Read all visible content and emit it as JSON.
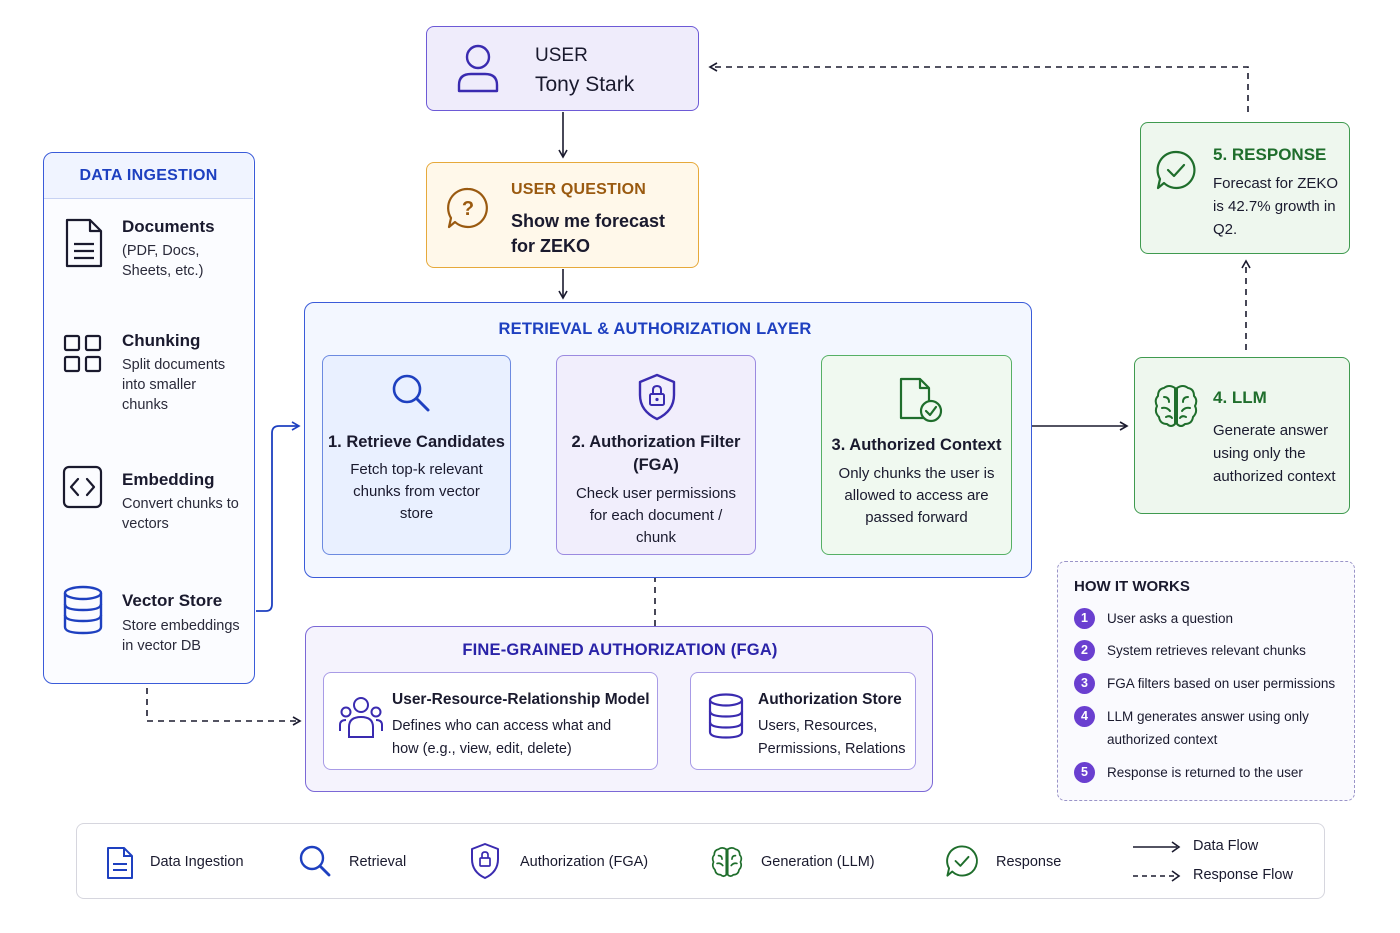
{
  "user": {
    "role": "USER",
    "name": "Tony Stark"
  },
  "question": {
    "title": "USER QUESTION",
    "text": "Show me forecast for ZEKO"
  },
  "response": {
    "title": "5. RESPONSE",
    "text": "Forecast for ZEKO is 42.7% growth in Q2."
  },
  "llm": {
    "title": "4. LLM",
    "text": "Generate answer using only the authorized context"
  },
  "ingestion": {
    "title": "DATA INGESTION",
    "steps": [
      {
        "title": "Documents",
        "desc": "(PDF, Docs, Sheets, etc.)",
        "icon": "document-icon"
      },
      {
        "title": "Chunking",
        "desc": "Split documents into smaller chunks",
        "icon": "grid-icon"
      },
      {
        "title": "Embedding",
        "desc": "Convert chunks to vectors",
        "icon": "code-icon"
      },
      {
        "title": "Vector Store",
        "desc": "Store embeddings in vector DB",
        "icon": "database-icon"
      }
    ]
  },
  "retrieval": {
    "title": "RETRIEVAL & AUTHORIZATION LAYER",
    "cards": [
      {
        "title": "1. Retrieve Candidates",
        "desc": "Fetch top-k relevant chunks from vector store",
        "icon": "search-icon"
      },
      {
        "title": "2. Authorization Filter (FGA)",
        "desc": "Check user permissions for each document / chunk",
        "icon": "shield-lock-icon"
      },
      {
        "title": "3. Authorized Context",
        "desc": "Only chunks the user is allowed to access are passed forward",
        "icon": "file-check-icon"
      }
    ]
  },
  "fga": {
    "title": "FINE-GRAINED AUTHORIZATION (FGA)",
    "model": {
      "title": "User-Resource-Relationship Model",
      "desc": "Defines who can access what and how (e.g., view, edit, delete)"
    },
    "store": {
      "title": "Authorization Store",
      "desc": "Users, Resources, Permissions, Relations"
    }
  },
  "how": {
    "title": "HOW IT WORKS",
    "steps": [
      {
        "num": "1",
        "text": "User asks a question"
      },
      {
        "num": "2",
        "text": "System retrieves relevant chunks"
      },
      {
        "num": "3",
        "text": "FGA filters based on user permissions"
      },
      {
        "num": "4",
        "text": "LLM generates answer using only authorized context"
      },
      {
        "num": "5",
        "text": "Response is returned to the user"
      }
    ]
  },
  "legend": {
    "items": [
      {
        "label": "Data Ingestion",
        "icon": "document-icon"
      },
      {
        "label": "Retrieval",
        "icon": "search-icon"
      },
      {
        "label": "Authorization (FGA)",
        "icon": "shield-lock-icon"
      },
      {
        "label": "Generation (LLM)",
        "icon": "brain-icon"
      },
      {
        "label": "Response",
        "icon": "chat-check-icon"
      }
    ],
    "data_flow": "Data Flow",
    "response_flow": "Response Flow"
  },
  "colors": {
    "blue": "#1e40c0",
    "purple": "#6a3fd0",
    "green": "#1f6e2c",
    "orange": "#9a5a10"
  }
}
